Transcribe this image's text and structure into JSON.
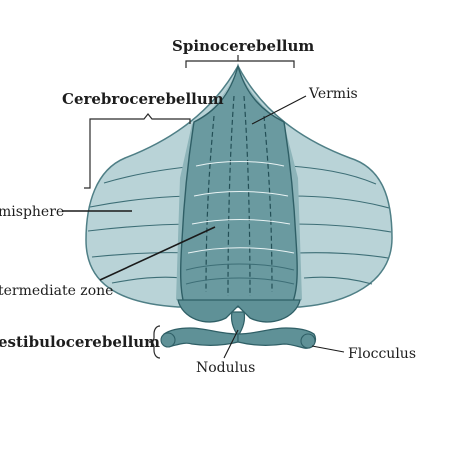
{
  "labels": {
    "spinocerebellum": "Spinocerebellum",
    "cerebrocerebellum": "Cerebrocerebellum",
    "vermis": "Vermis",
    "hemisphere": "misphere",
    "intermediate_zone": "termediate  zone",
    "vestibulocerebellum": "estibulocerebellum",
    "nodulus": "Nodulus",
    "flocculus": "Flocculus"
  },
  "colors": {
    "hemisphere_fill": "#b9d3d7",
    "hemisphere_outline": "#4f7f86",
    "vermis_fill": "#5f9197",
    "vermis_outline": "#2f5f66",
    "intermediate_fill": "#8db4b9",
    "text": "#1d1d1d"
  }
}
